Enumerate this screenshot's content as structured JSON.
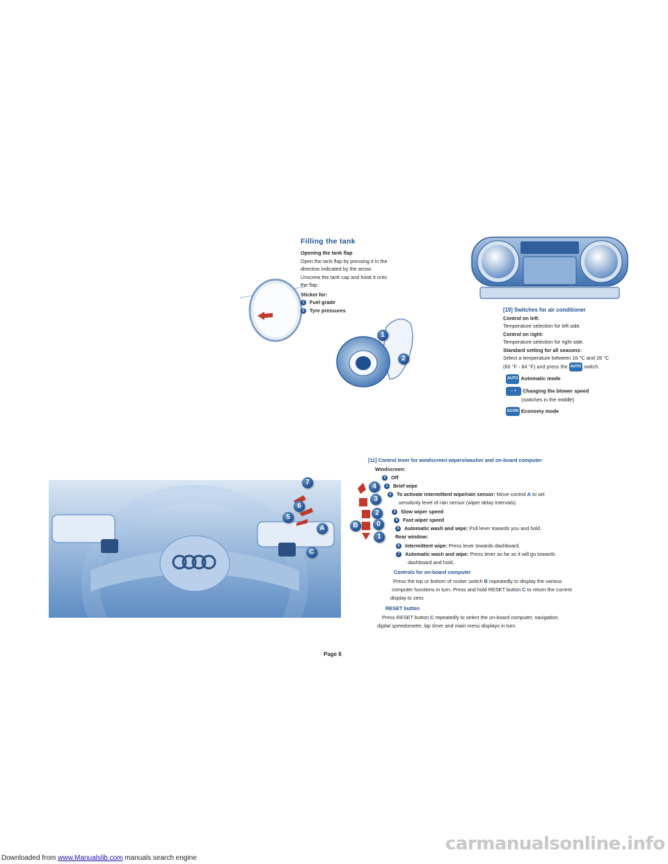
{
  "header": {
    "prefix": "Downloaded from ",
    "link": "www.Manualslib.com",
    "suffix": " manuals search engine"
  },
  "tank": {
    "title": "Filling the tank",
    "opening_heading": "Opening the tank flap",
    "opening_lines": [
      "Open the tank flap by pressing it in the",
      "direction indicated by the arrow.",
      "Unscrew the tank cap and hook it onto",
      "the flap."
    ],
    "sticker_heading": "Sticker for:",
    "items": [
      {
        "num": "1",
        "label": "Fuel grade"
      },
      {
        "num": "2",
        "label": "Tyre pressures"
      }
    ],
    "callouts": [
      "1",
      "2"
    ]
  },
  "ac": {
    "heading": "[19] Switches for air conditioner",
    "left_heading": "Control on left:",
    "left_text": "Temperature selection for left side.",
    "right_heading": "Control on right:",
    "right_text": "Temperature selection for right side.",
    "standard_heading": "Standard setting for all seasons:",
    "standard_line1": "Select a temperature between 16 °C and 28 °C",
    "standard_line2a": "(60 °F - 84 °F) and press the",
    "standard_line2b": "switch.",
    "auto_chip": "AUTO",
    "modes": [
      {
        "chip": "AUTO",
        "label": "Automatic mode"
      },
      {
        "chip": "– +",
        "label": "Changing the blower speed",
        "sub": "(switches in the middle)"
      },
      {
        "chip": "ECON",
        "label": "Economy  mode"
      }
    ]
  },
  "wipers": {
    "heading": "[11] Control lever for windscreen wipers/washer and on-board computer",
    "windscreen_label": "Windscreen:",
    "items": [
      {
        "num": "0",
        "label": "Off",
        "text": ""
      },
      {
        "num": "1",
        "label": "Brief wipe",
        "text": ""
      },
      {
        "num": "2",
        "label": "To activate intermittent wipe/rain sensor:",
        "text": " Move control ",
        "key": "A",
        "text2": " to set",
        "cont": "sensitivity level of rain sensor (wiper delay intervals)."
      },
      {
        "num": "3",
        "label": "Slow wiper speed",
        "text": ""
      },
      {
        "num": "4",
        "label": "Fast wiper speed",
        "text": ""
      },
      {
        "num": "5",
        "label": "Automatic wash and wipe:",
        "text": " Pull lever towards you and hold."
      }
    ],
    "rear_label": "Rear window:",
    "rear_items": [
      {
        "num": "6",
        "label": "Intermittent wipe:",
        "text": " Press lever towards dashboard."
      },
      {
        "num": "7",
        "label": "Automatic wash and wipe:",
        "text": " Press lever as far as it will go towards",
        "cont": "dashboard and hold."
      }
    ],
    "obc_heading": "Controls for on-board computer",
    "obc_line1a": "Press the top or bottom of rocker switch ",
    "obc_key_b": "B",
    "obc_line1b": " repeatedly to display the various",
    "obc_line2a": "computer functions in turn. Press and hold RESET button ",
    "obc_key_c": "C",
    "obc_line2b": " to return the current",
    "obc_line3": "display to zero.",
    "reset_heading": "RESET button",
    "reset_line1a": "Press RESET button ",
    "reset_key": "C",
    "reset_line1b": " repeatedly to select the ",
    "reset_line1c": "on-board computer, navigation,",
    "reset_line2a": "digital speedometer, lap timer",
    "reset_line2b": " and ",
    "reset_line2c": "main menu",
    "reset_line2d": " displays in turn.",
    "callouts": [
      "7",
      "6",
      "5",
      "A",
      "C",
      "4",
      "3",
      "2",
      "0",
      "B",
      "1"
    ]
  },
  "page": "Page 6",
  "footer": "carmanualsonline.info",
  "colors": {
    "accent": "#1d4f91",
    "red": "#c0392b"
  }
}
